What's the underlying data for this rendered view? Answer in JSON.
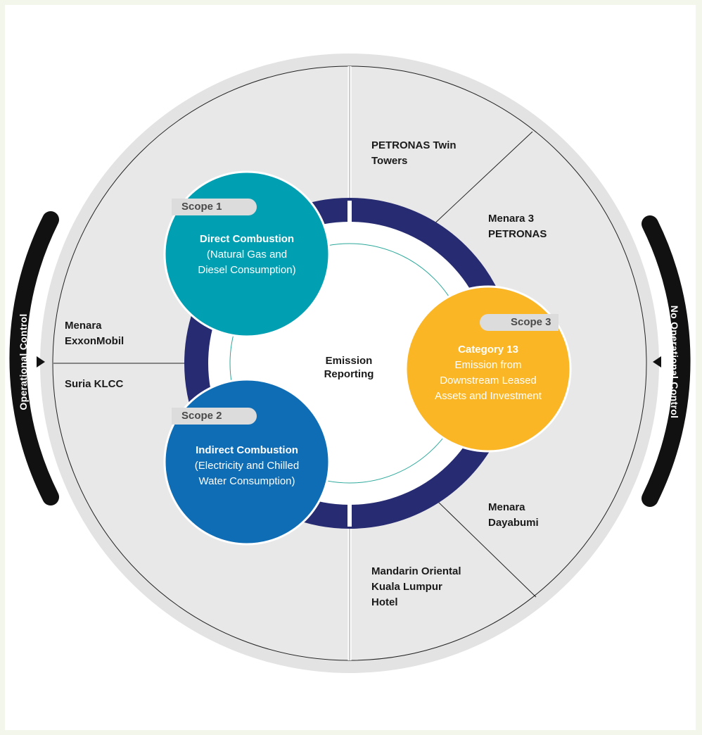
{
  "center": {
    "title": "Emission\nReporting"
  },
  "side_labels": {
    "left": "Operational Control",
    "right": "No Operational Control"
  },
  "buildings": {
    "petronas_twin_towers": "PETRONAS Twin\nTowers",
    "menara_3_petronas": "Menara 3\nPETRONAS",
    "menara_exxonmobil": "Menara\nExxonMobil",
    "suria_klcc": "Suria KLCC",
    "menara_dayabumi": "Menara\nDayabumi",
    "mandarin_oriental": "Mandarin Oriental\nKuala Lumpur\nHotel"
  },
  "scopes": {
    "scope1": {
      "tab": "Scope 1",
      "heading": "Direct Combustion",
      "body": "(Natural Gas and\nDiesel Consumption)",
      "color": "#00a0b2"
    },
    "scope2": {
      "tab": "Scope 2",
      "heading": "Indirect Combustion",
      "body": "(Electricity and Chilled\nWater Consumption)",
      "color": "#0e6db5"
    },
    "scope3": {
      "tab": "Scope 3",
      "heading": "Category 13",
      "body": "Emission from\nDownstream Leased\nAssets and Investment",
      "color": "#fbb625"
    }
  },
  "colors": {
    "outer_ring": "#e3e3e3",
    "sector_fill": "#e8e8e8",
    "inner_ring": "#272b72",
    "arc_black": "#111111",
    "teal_line": "#2aa89a"
  }
}
